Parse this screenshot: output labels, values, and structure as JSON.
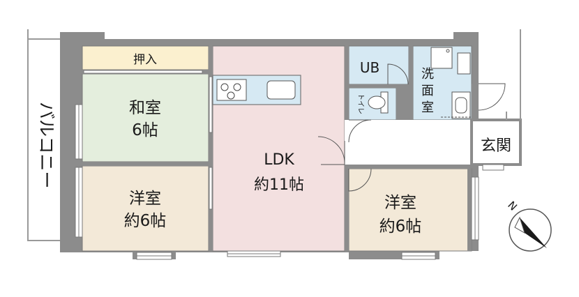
{
  "rooms": {
    "oshiire": {
      "name": "押入"
    },
    "washitsu": {
      "name": "和室",
      "size": "6帖"
    },
    "yoshitsu_left": {
      "name": "洋室",
      "size": "約6帖"
    },
    "ldk": {
      "name": "LDK",
      "size": "約11帖"
    },
    "ub": {
      "name": "UB"
    },
    "toilet": {
      "name": "トイレ"
    },
    "senmenshitsu": {
      "lines": [
        "洗",
        "面",
        "室"
      ]
    },
    "genkan": {
      "name": "玄関"
    },
    "yoshitsu_right": {
      "name": "洋室",
      "size": "約6帖"
    }
  },
  "balcony": {
    "label": "バルコニー"
  },
  "compass": {
    "label": "N"
  },
  "colors": {
    "wall": "#8c8c8c",
    "oshiire_fill": "#fbf0cf",
    "washitsu_fill": "#e4eedd",
    "yoshitsu_fill": "#f3e9d8",
    "ldk_fill": "#f3e0e0",
    "wet_fill": "#d6e9f3",
    "genkan_fill": "#ffffff"
  }
}
